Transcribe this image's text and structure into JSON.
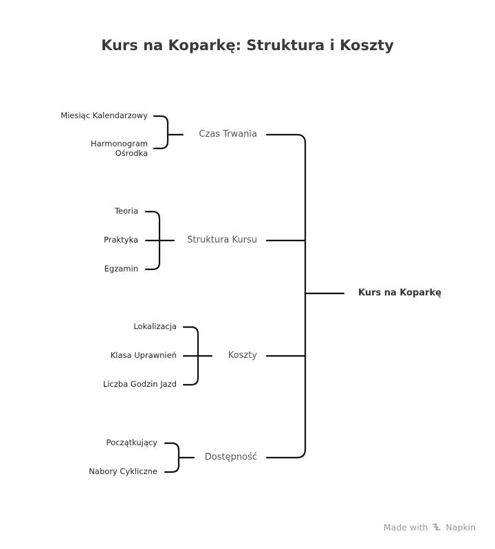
{
  "title": "Kurs na Koparkę: Struktura i Koszty",
  "root": "Kurs na Koparkę",
  "branches": {
    "czas_trwania": {
      "label": "Czas Trwania",
      "items": [
        "Miesiąc Kalendarzowy",
        "Harmonogram\nOśrodka"
      ]
    },
    "struktura_kursu": {
      "label": "Struktura Kursu",
      "items": [
        "Teoria",
        "Praktyka",
        "Egzamin"
      ]
    },
    "koszty": {
      "label": "Koszty",
      "items": [
        "Lokalizacja",
        "Klasa Uprawnień",
        "Liczba Godzin Jazd"
      ]
    },
    "dostepnosc": {
      "label": "Dostępność",
      "items": [
        "Początkujący",
        "Nabory Cykliczne"
      ]
    }
  },
  "footer": {
    "made_with": "Made with",
    "brand": "Napkin"
  },
  "colors": {
    "line": "#111111",
    "text": "#222222",
    "muted": "#555555"
  }
}
